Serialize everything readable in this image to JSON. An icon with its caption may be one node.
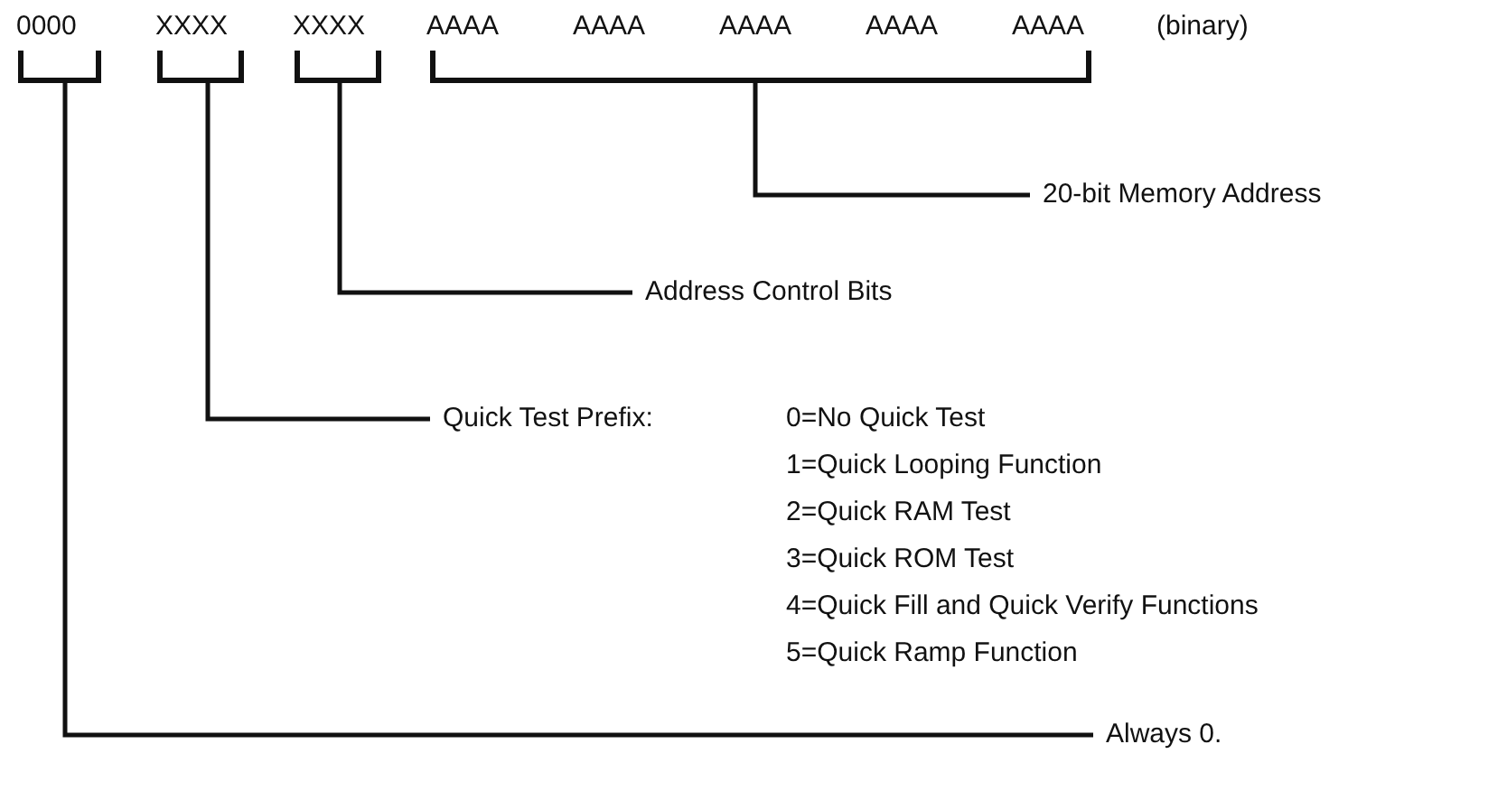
{
  "diagram": {
    "nodes": [
      {
        "text": [
          "0000"
        ]
      },
      {
        "text": [
          "XXXX"
        ]
      },
      {
        "text": [
          "XXXX"
        ]
      },
      {
        "text": [
          "AAAA",
          "AAAA",
          "AAAA",
          "AAAA",
          "AAAA"
        ]
      },
      {
        "text": [
          "20-bit Memory Address"
        ]
      },
      {
        "text": [
          "Address Control Bits"
        ]
      },
      {
        "text": [
          "Quick Test Prefix:",
          "0=No Quick Test",
          "1=Quick Looping Function",
          "2=Quick RAM Test",
          "3=Quick ROM Test",
          "4=Quick Fill and Quick Verify Functions",
          "5=Quick Ramp Function"
        ]
      },
      {
        "text": [
          "Always 0."
        ]
      }
    ],
    "edges": [
      {
        "from": 3,
        "to": 4,
        "arrow": "none"
      },
      {
        "from": 2,
        "to": 5,
        "arrow": "none"
      },
      {
        "from": 1,
        "to": 6,
        "arrow": "none"
      },
      {
        "from": 0,
        "to": 7,
        "arrow": "none"
      }
    ],
    "labels": [
      "(binary)"
    ]
  }
}
